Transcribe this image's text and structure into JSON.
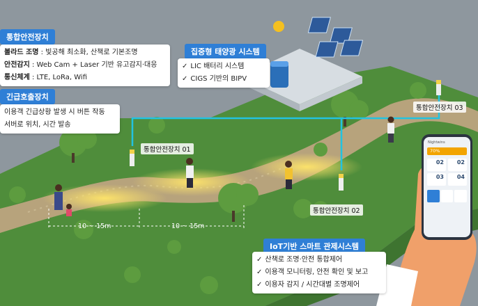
{
  "panels": {
    "integrated": {
      "title": "통합안전장치",
      "rows": [
        {
          "key": "볼라드 조명",
          "value": " : 빛공해 최소화, 산책로 기본조명"
        },
        {
          "key": "안전감지",
          "value": " : Web Cam + Laser 기반 유고감지·대응"
        },
        {
          "key": "통신체계",
          "value": " : LTE, LoRa, Wifi"
        }
      ]
    },
    "emergency": {
      "title": "긴급호출장치",
      "rows": [
        "이용객 긴급상황 발생 시 버튼 작동",
        "서버로 위치, 시간 발송"
      ]
    },
    "solar": {
      "title": "집중형 태양광 시스템",
      "rows": [
        "LIC 배터리 시스템",
        "CIGS 기반의 BIPV"
      ]
    },
    "iot": {
      "title": "IoT기반 스마트 관제시스템",
      "rows": [
        "산책로 조명·안전 통합제어",
        "이용객 모니터링, 안전 확인 및 보고",
        "이용자 감지 / 시간대별 조명제어"
      ]
    }
  },
  "devices": [
    "통합안전장치 01",
    "통합안전장치 02",
    "통합안전장치 03"
  ],
  "distances": [
    "10 ~ 15m",
    "10 ~ 15m"
  ],
  "phone": {
    "level": "70%",
    "cells": [
      "02",
      "02",
      "03",
      "04"
    ],
    "app_title": "Nightwins"
  },
  "colors": {
    "accent": "#2f7fd6",
    "link_line": "#22c3e0",
    "path": "#b3a07a",
    "grass": "#4e8b3a",
    "light": "#f2d24a"
  }
}
